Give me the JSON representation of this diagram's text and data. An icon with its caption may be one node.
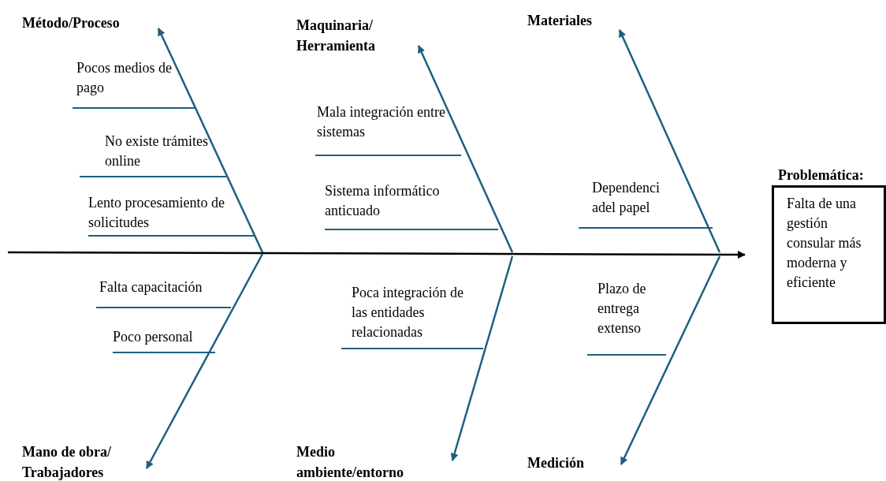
{
  "diagram": {
    "nodes": [
      {
        "text": [
          "Método/Proceso"
        ]
      },
      {
        "text": [
          "Pocos medios de pago"
        ]
      },
      {
        "text": [
          "No existe trámites online"
        ]
      },
      {
        "text": [
          "Lento procesamiento de solicitudes"
        ]
      },
      {
        "text": [
          "Maquinaria/ Herramienta"
        ]
      },
      {
        "text": [
          "Mala integración entre sistemas"
        ]
      },
      {
        "text": [
          "Sistema informático anticuado"
        ]
      },
      {
        "text": [
          "Materiales"
        ]
      },
      {
        "text": [
          "Dependenci adel papel"
        ]
      },
      {
        "text": [
          "Problemática:",
          "Falta de una gestión consular más moderna y eficiente"
        ]
      },
      {
        "text": [
          "Falta capacitación"
        ]
      },
      {
        "text": [
          "Poco personal"
        ]
      },
      {
        "text": [
          "Poca integración de las entidades relacionadas"
        ]
      },
      {
        "text": [
          "Plazo de entrega extenso"
        ]
      },
      {
        "text": [
          "Mano de obra/ Trabajadores"
        ]
      },
      {
        "text": [
          "Medio ambiente/entorno"
        ]
      },
      {
        "text": [
          "Medición"
        ]
      }
    ],
    "edges": [
      {
        "from": null,
        "to": 9,
        "arrow": "to",
        "color": "#000000"
      },
      {
        "from": null,
        "to": 0,
        "arrow": "to"
      },
      {
        "from": null,
        "to": 4,
        "arrow": "to"
      },
      {
        "from": null,
        "to": 7,
        "arrow": "to"
      },
      {
        "from": null,
        "to": 14,
        "arrow": "to"
      },
      {
        "from": null,
        "to": 15,
        "arrow": "to"
      },
      {
        "from": null,
        "to": 16,
        "arrow": "to"
      }
    ]
  }
}
